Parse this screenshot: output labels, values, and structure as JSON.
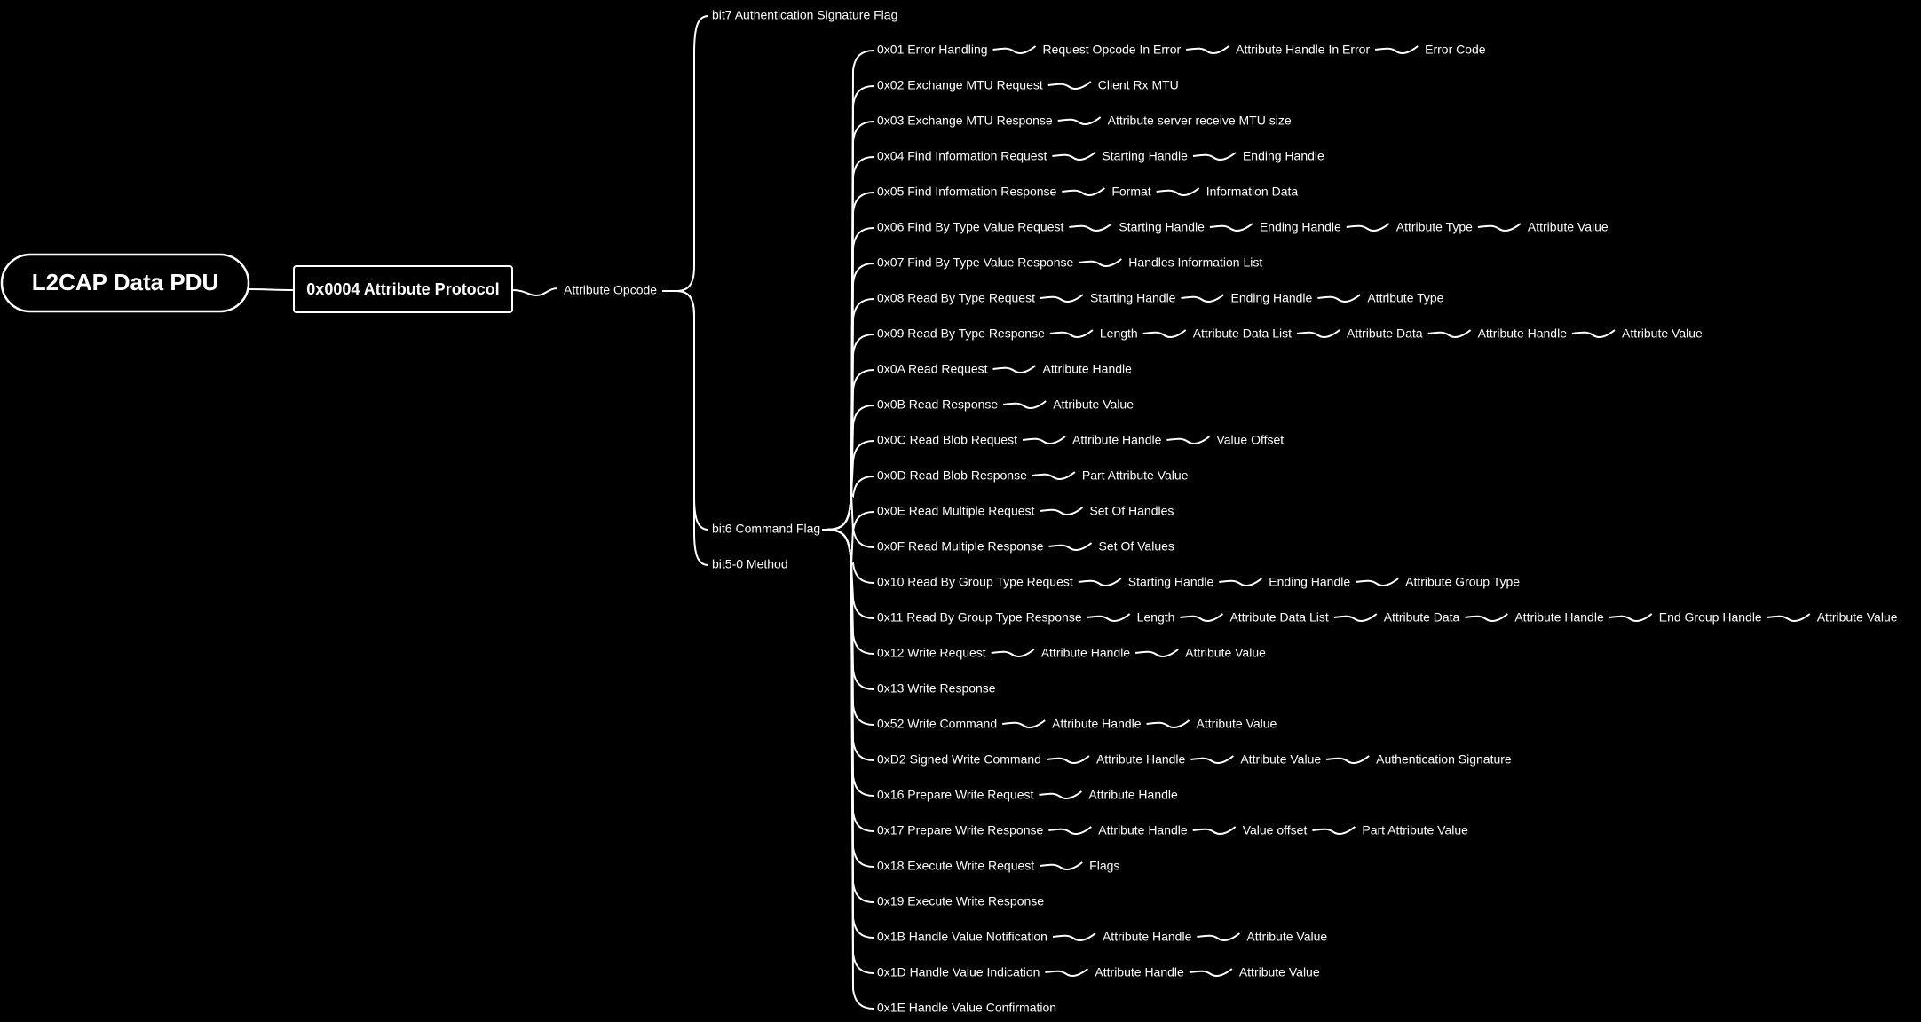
{
  "root": "L2CAP Data PDU",
  "protocol": "0x0004 Attribute Protocol",
  "opcode": "Attribute Opcode",
  "bit7": "bit7  Authentication Signature Flag",
  "bit6": "bit6 Command Flag",
  "bit5": "bit5-0 Method",
  "methods": [
    [
      "0x01 Error Handling",
      "Request Opcode In Error",
      "Attribute Handle In Error",
      "Error Code"
    ],
    [
      "0x02 Exchange MTU Request",
      "Client Rx MTU"
    ],
    [
      "0x03 Exchange MTU Response",
      "Attribute server receive MTU size"
    ],
    [
      "0x04 Find Information Request",
      "Starting Handle",
      "Ending Handle"
    ],
    [
      "0x05 Find Information Response",
      "Format",
      "Information Data"
    ],
    [
      "0x06 Find By Type Value Request",
      "Starting Handle",
      "Ending Handle",
      "Attribute Type",
      "Attribute Value"
    ],
    [
      "0x07 Find By Type Value Response",
      "Handles Information List"
    ],
    [
      "0x08 Read By Type Request",
      "Starting Handle",
      "Ending Handle",
      "Attribute Type"
    ],
    [
      "0x09 Read By Type Response",
      "Length",
      "Attribute Data List",
      "Attribute Data",
      "Attribute Handle",
      "Attribute Value"
    ],
    [
      "0x0A Read Request",
      "Attribute Handle"
    ],
    [
      "0x0B Read Response",
      "Attribute Value"
    ],
    [
      "0x0C Read Blob Request",
      "Attribute Handle",
      "Value Offset"
    ],
    [
      "0x0D Read Blob Response",
      "Part Attribute Value"
    ],
    [
      "0x0E Read Multiple Request",
      "Set Of Handles"
    ],
    [
      "0x0F Read Multiple Response",
      "Set Of Values"
    ],
    [
      "0x10 Read By Group Type Request",
      "Starting Handle",
      "Ending Handle",
      "Attribute Group Type"
    ],
    [
      "0x11 Read By Group Type Response",
      "Length",
      "Attribute Data List",
      "Attribute Data",
      "Attribute Handle",
      "End Group Handle",
      "Attribute Value"
    ],
    [
      "0x12 Write Request",
      "Attribute Handle",
      "Attribute Value"
    ],
    [
      "0x13 Write Response"
    ],
    [
      "0x52 Write Command",
      "Attribute Handle",
      "Attribute Value"
    ],
    [
      "0xD2 Signed Write Command",
      "Attribute Handle",
      "Attribute Value",
      "Authentication Signature"
    ],
    [
      "0x16 Prepare Write Request",
      "Attribute Handle"
    ],
    [
      "0x17 Prepare Write Response",
      "Attribute Handle",
      "Value offset",
      "Part Attribute Value"
    ],
    [
      "0x18 Execute Write Request",
      "Flags"
    ],
    [
      "0x19 Execute Write Response"
    ],
    [
      "0x1B Handle Value Notification",
      "Attribute Handle",
      "Attribute Value"
    ],
    [
      "0x1D Handle Value Indication",
      "Attribute Handle",
      "Attribute Value"
    ],
    [
      "0x1E Handle Value Confirmation"
    ]
  ]
}
